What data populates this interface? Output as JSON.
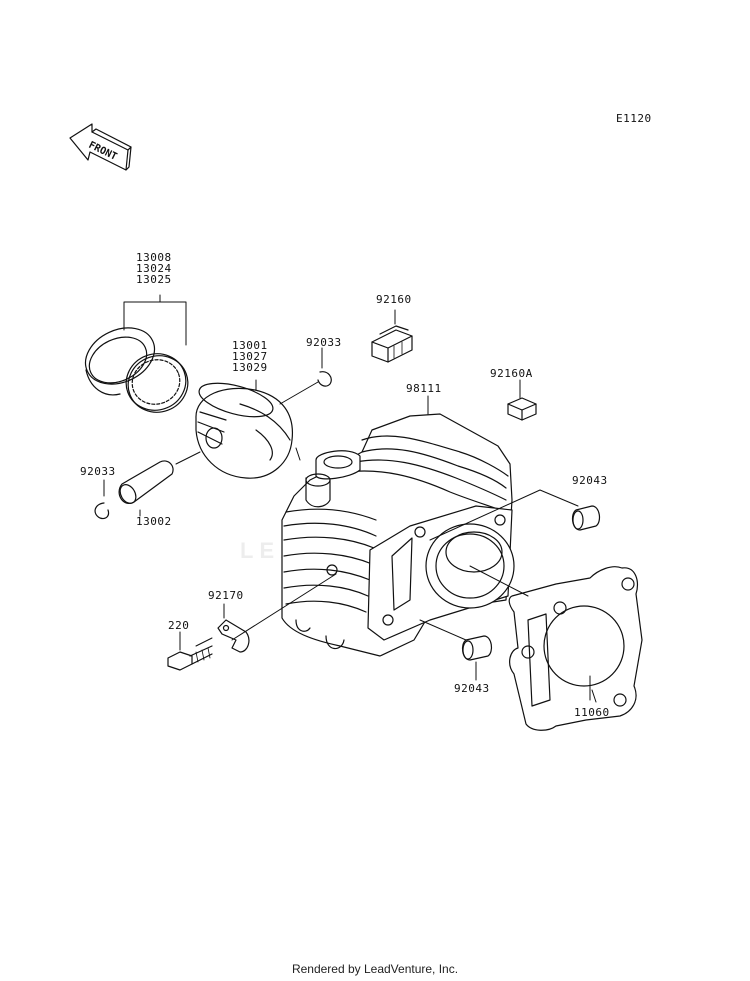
{
  "diagram_code": "E1120",
  "front_label": "FRONT",
  "watermark": "LEADVENTURE",
  "footer": "Rendered by LeadVenture, Inc.",
  "parts": {
    "ring_set": [
      "13008",
      "13024",
      "13025"
    ],
    "piston": [
      "13001",
      "13027",
      "13029"
    ],
    "circlip_right": "92033",
    "circlip_left": "92033",
    "piston_pin": "13002",
    "damper_rubber": "92160",
    "damper_small": "92160A",
    "cylinder": "98111",
    "dowel_upper": "92043",
    "dowel_lower": "92043",
    "gasket": "11060",
    "clamp": "92170",
    "bolt": "220"
  }
}
